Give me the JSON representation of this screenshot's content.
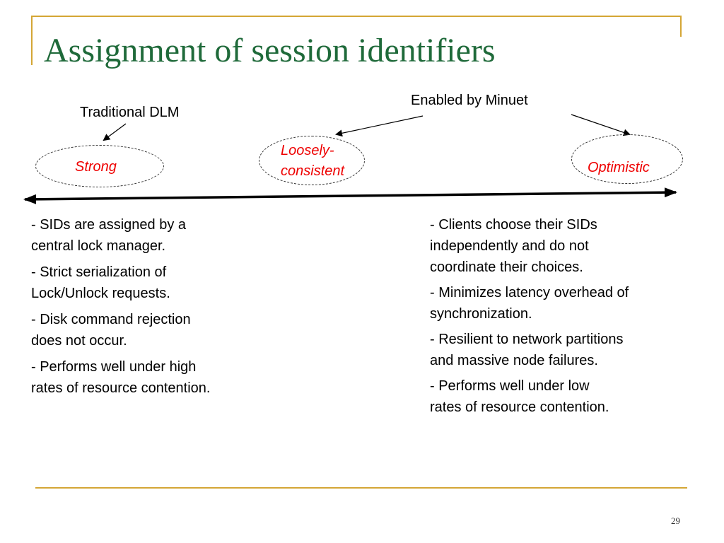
{
  "slide": {
    "title": "Assignment of session identifiers",
    "page_number": "29"
  },
  "spectrum": {
    "traditional_label": "Traditional DLM",
    "minuet_label": "Enabled by Minuet",
    "strong": "Strong",
    "loosely_line1": "Loosely-",
    "loosely_line2": "consistent",
    "optimistic": "Optimistic"
  },
  "left_column": {
    "items": [
      {
        "line1": "- SIDs are assigned by a",
        "line2": "central lock manager."
      },
      {
        "line1": "- Strict serialization of",
        "line2": "Lock/Unlock requests."
      },
      {
        "line1": "- Disk command rejection",
        "line2": "does not occur."
      },
      {
        "line1": "- Performs well under high",
        "line2": "rates of resource contention."
      }
    ]
  },
  "right_column": {
    "items": [
      {
        "line1": "- Clients choose their SIDs",
        "line2": "independently and do not",
        "line3": "coordinate their choices."
      },
      {
        "line1": "- Minimizes latency overhead of",
        "line2": "synchronization."
      },
      {
        "line1": "- Resilient to network partitions",
        "line2": "and massive node failures."
      },
      {
        "line1": "- Performs well under low",
        "line2": "rates of resource contention."
      }
    ]
  },
  "colors": {
    "title_green": "#1f6a3a",
    "frame_gold": "#d4a635",
    "accent_red": "#ee0000"
  }
}
